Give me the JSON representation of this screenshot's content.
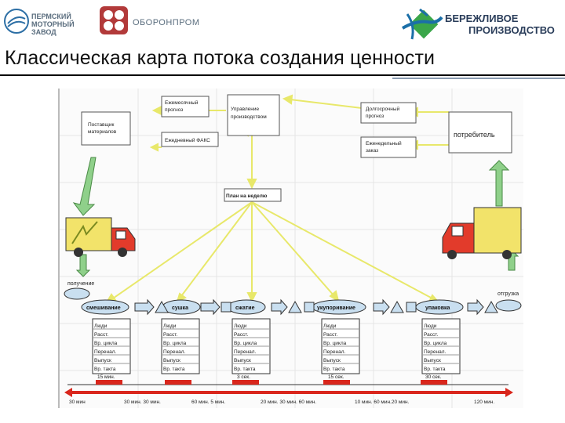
{
  "header": {
    "left_logo_1": "ПЕРМСКИЙ МОТОРНЫЙ ЗАВОД",
    "left_logo_1_lines": [
      "ПЕРМСКИЙ",
      "МОТОРНЫЙ ЗАВОД"
    ],
    "left_logo_2": "ОБОРОНПРОМ",
    "right_logo_lines": [
      "БЕРЕЖЛИВОЕ",
      "ПРОИЗВОДСТВО"
    ],
    "colors": {
      "logo_blue": "#1b6fa8",
      "logo_green": "#3aa64a",
      "logo_red": "#b23a3a"
    }
  },
  "title": "Классическая карта потока создания ценности",
  "map": {
    "supplier": [
      "Поставщик",
      "материалов"
    ],
    "customer": "потребитель",
    "control": [
      "Управление",
      "производством"
    ],
    "monthly_forecast": [
      "Ежемесячный",
      "прогноз"
    ],
    "daily_fax": "Ежедневный ФАКС",
    "long_forecast": [
      "Долгосрочный",
      "прогноз"
    ],
    "weekly_order": [
      "Еженедельный",
      "заказ"
    ],
    "weekly_plan": "План на неделю",
    "receiving": "получение",
    "shipping": "отгрузка",
    "processes": [
      "смешивание",
      "сушка",
      "сжатие",
      "укупоривание",
      "упаковка"
    ],
    "data_box_rows": [
      "Люди",
      "Расст.",
      "Вр. цикла",
      "Перенал.",
      "Выпуск",
      "Вр. такта"
    ],
    "timeline_top": [
      "15 мин.",
      "",
      "3 сек.",
      "15 сек.",
      "30 сек."
    ],
    "timeline_bottom": [
      "30 мин",
      "30 мин. 30 мин.",
      "60 мин. 5 мин.",
      "20 мин. 30 мин. 60 мин.",
      "10 мин. 60 мин.20 мин.",
      "120 мин."
    ],
    "colors": {
      "arrow_yellow": "#e8e86a",
      "arrow_green": "#8fd08a",
      "truck_red": "#e23b2b",
      "truck_yellow": "#f2e36a",
      "timeline_red": "#d9261c"
    }
  }
}
